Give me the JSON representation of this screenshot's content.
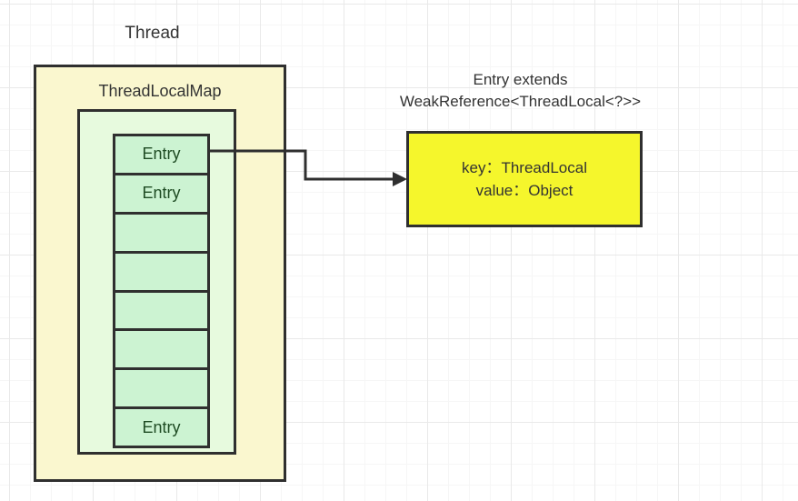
{
  "colors": {
    "grid-minor": "#f6f6f6",
    "grid-major": "#e9e9e9",
    "border-dark": "#2f2f2f",
    "outer-fill": "#faf7cf",
    "inner-fill": "#e7fade",
    "cell-fill": "#ccf3d2",
    "detail-fill": "#f5f62c",
    "entry-text": "#1f4c24",
    "text-dark": "#333333"
  },
  "diagram": {
    "thread_label": "Thread",
    "threadlocalmap": {
      "title": "ThreadLocalMap"
    },
    "entries": [
      {
        "label": "Entry"
      },
      {
        "label": "Entry"
      },
      {
        "label": ""
      },
      {
        "label": ""
      },
      {
        "label": ""
      },
      {
        "label": ""
      },
      {
        "label": ""
      },
      {
        "label": "Entry"
      }
    ],
    "entry_note_line1": "Entry extends",
    "entry_note_line2": "WeakReference<ThreadLocal<?>>",
    "entry_detail": {
      "key_line": "key：ThreadLocal",
      "value_line": "value：Object"
    }
  }
}
